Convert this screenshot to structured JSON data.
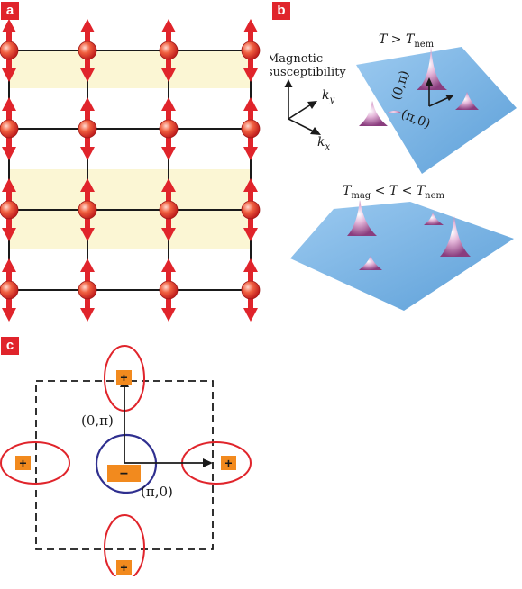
{
  "panels": {
    "a": {
      "label": "a"
    },
    "b": {
      "label": "b",
      "axis_title_line1": "Magnetic",
      "axis_title_line2": "susceptibility",
      "ky_main": "k",
      "ky_sub": "y",
      "kx_main": "k",
      "kx_sub": "x",
      "top": {
        "t": "T",
        "op": " > ",
        "t2": "T",
        "sub": "nem"
      },
      "bottom": {
        "t1": "T",
        "sub1": "mag",
        "op1": " < ",
        "t2": "T",
        "op2": " < ",
        "t3": "T",
        "sub3": "nem"
      },
      "q_y": "(0,π)",
      "q_x": "(π,0)"
    },
    "c": {
      "label": "c",
      "q_y": "(0,π)",
      "q_x": "(π,0)",
      "plus": "+",
      "minus": "−"
    }
  },
  "colors": {
    "panel_label": "#e0242b",
    "spin": "#e0242b",
    "stripe": "#fbf6d4",
    "surface": "#79b5e6",
    "hole_pocket": "#2f2f8f",
    "electron_pocket": "#e0242b",
    "sign_box": "#f28a1e"
  }
}
